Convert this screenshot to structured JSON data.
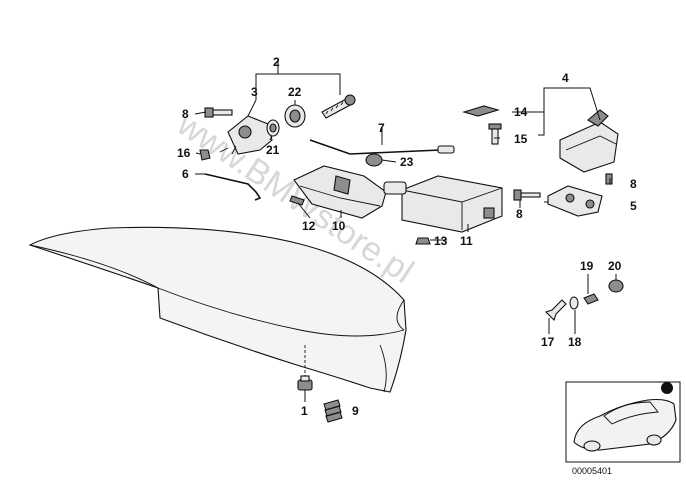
{
  "watermark": "www.BMWstore.pl",
  "reference_code": "00005401",
  "callouts": [
    {
      "id": "c1",
      "label": "1"
    },
    {
      "id": "c2",
      "label": "2"
    },
    {
      "id": "c3",
      "label": "3"
    },
    {
      "id": "c4",
      "label": "4"
    },
    {
      "id": "c5",
      "label": "5"
    },
    {
      "id": "c6",
      "label": "6"
    },
    {
      "id": "c7",
      "label": "7"
    },
    {
      "id": "c8a",
      "label": "8"
    },
    {
      "id": "c8b",
      "label": "8"
    },
    {
      "id": "c8c",
      "label": "8"
    },
    {
      "id": "c9",
      "label": "9"
    },
    {
      "id": "c10",
      "label": "10"
    },
    {
      "id": "c11",
      "label": "11"
    },
    {
      "id": "c12",
      "label": "12"
    },
    {
      "id": "c13",
      "label": "13"
    },
    {
      "id": "c14",
      "label": "14"
    },
    {
      "id": "c15",
      "label": "15"
    },
    {
      "id": "c16",
      "label": "16"
    },
    {
      "id": "c17",
      "label": "17"
    },
    {
      "id": "c18",
      "label": "18"
    },
    {
      "id": "c19",
      "label": "19"
    },
    {
      "id": "c20",
      "label": "20"
    },
    {
      "id": "c21",
      "label": "21"
    },
    {
      "id": "c22",
      "label": "22"
    },
    {
      "id": "c23",
      "label": "23"
    }
  ]
}
